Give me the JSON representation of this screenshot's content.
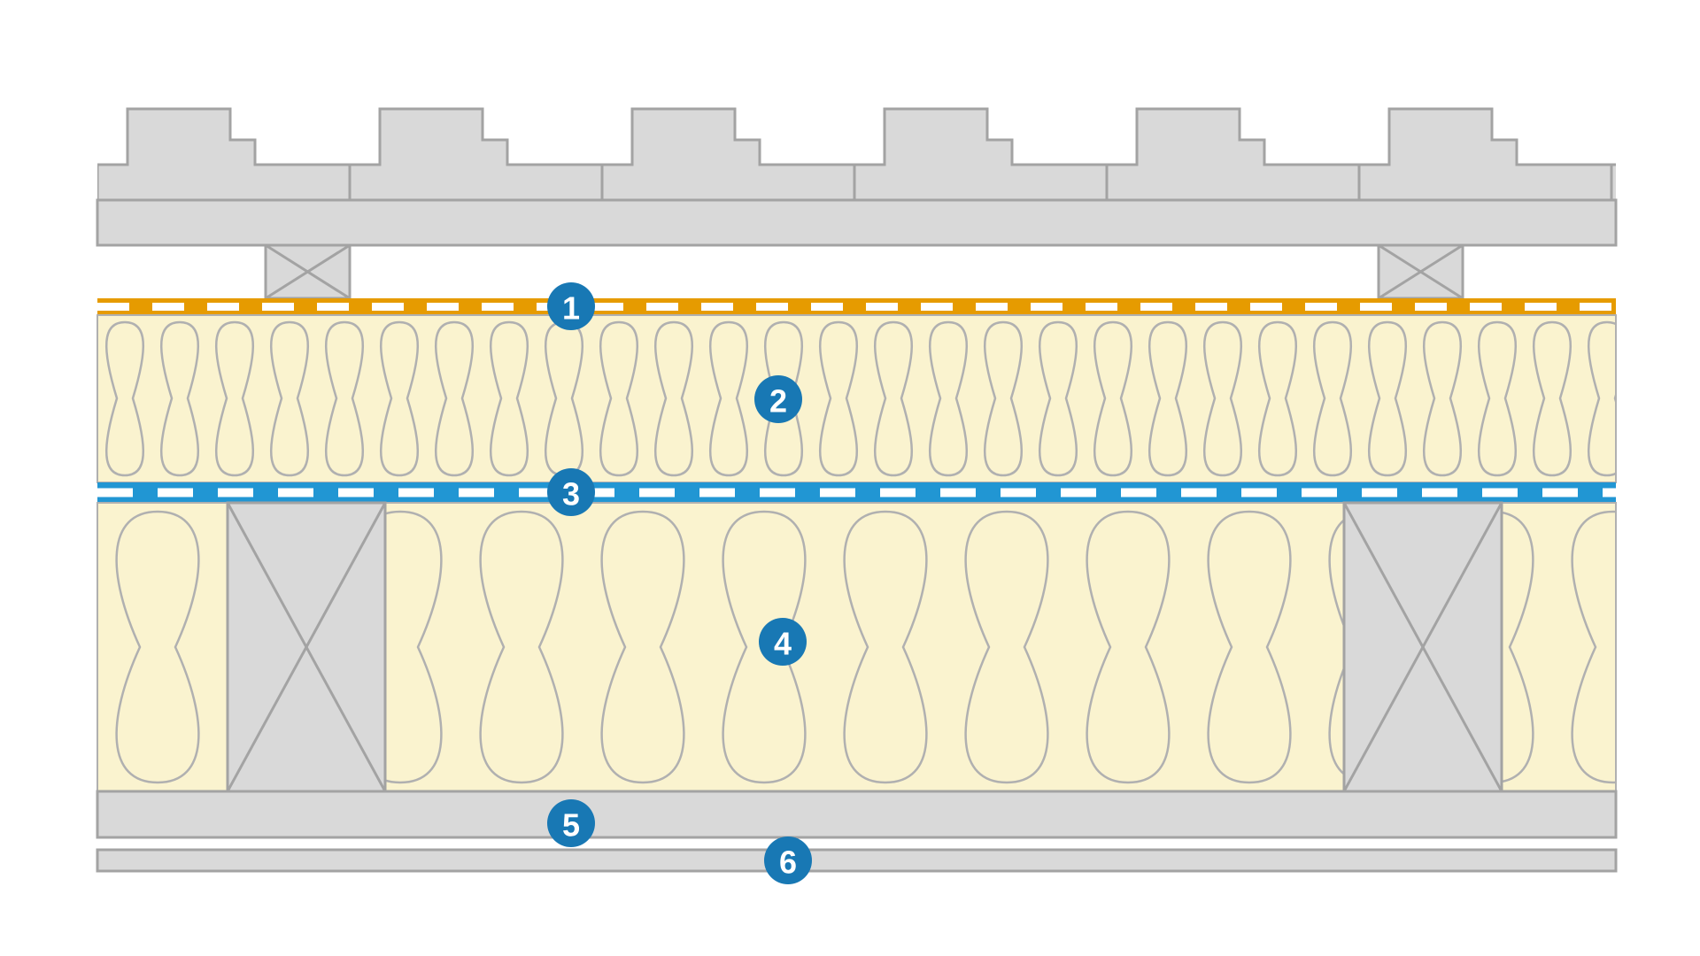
{
  "diagram": {
    "badge_labels": [
      "1",
      "2",
      "3",
      "4",
      "5",
      "6"
    ]
  },
  "colors": {
    "background": "#ffffff",
    "structure_fill": "#d9d9d9",
    "structure_stroke": "#a3a3a3",
    "insulation_fill": "#faf3cf",
    "insulation_stroke": "#b0b0b0",
    "membrane_orange": "#e69b00",
    "vapour_blue": "#2196d3",
    "dash_white": "#ffffff",
    "badge_fill": "#1878b4",
    "badge_text": "#ffffff"
  }
}
